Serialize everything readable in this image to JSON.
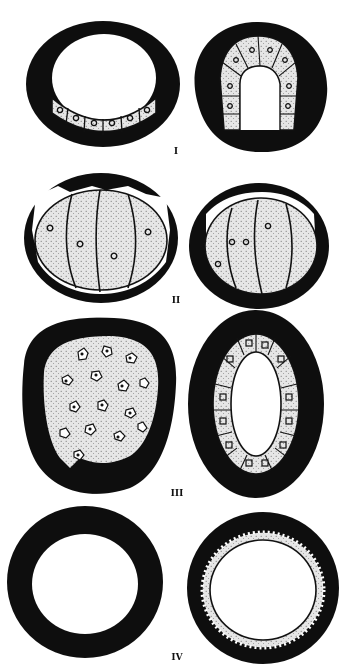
{
  "plate": {
    "ink_color": "#0e0e0e",
    "stipple_color": "#e4e4e4",
    "paper_color": "#ffffff",
    "rows": [
      {
        "label": "I",
        "left_figure": "ring-with-basal-cell-layer",
        "right_figure": "invaginated-cell-layer"
      },
      {
        "label": "II",
        "left_figure": "segmented-cell-mass",
        "right_figure": "segmented-cell-mass-tilted"
      },
      {
        "label": "III",
        "left_figure": "scattered-cells",
        "right_figure": "oval-epithelial-ring"
      },
      {
        "label": "IV",
        "left_figure": "empty-ring",
        "right_figure": "ring-with-thin-cell-lining"
      }
    ]
  }
}
